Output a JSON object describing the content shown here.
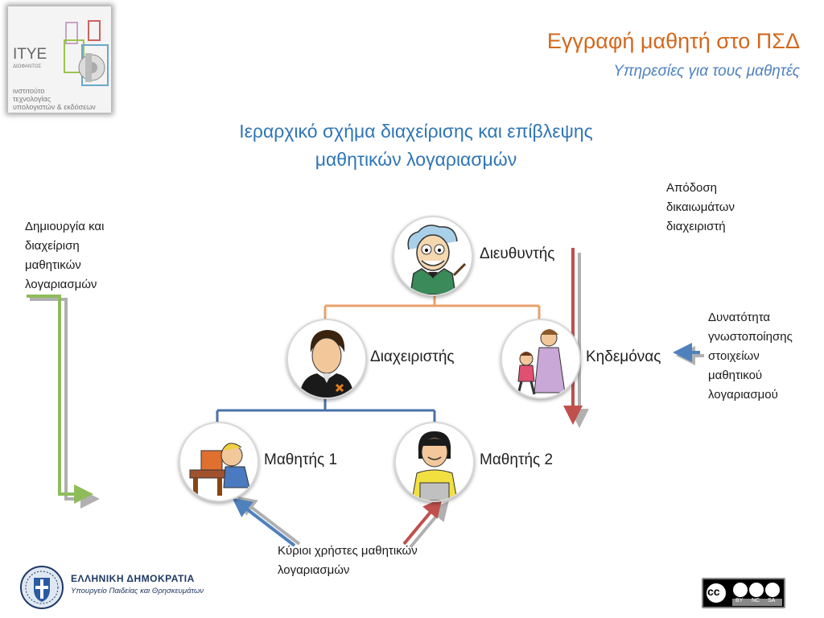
{
  "header": {
    "title": "Εγγραφή μαθητή στο ΠΣΔ",
    "subtitle": "Υπηρεσίες για τους μαθητές"
  },
  "logo": {
    "name": "ΙΤΥΕ",
    "sub": "ΔΙΟΦΑΝΤΟΣ",
    "line1": "ινστιτούτο",
    "line2": "τεχνολογίας",
    "line3": "υπολογιστών & εκδόσεων"
  },
  "diagram": {
    "title_line1": "Ιεραρχικό σχήμα διαχείρισης και επίβλεψης",
    "title_line2": "μαθητικών λογαριασμών",
    "nodes": {
      "director": "Διευθυντής",
      "admin": "Διαχειριστής",
      "guardian": "Κηδεμόνας",
      "student1": "Μαθητής 1",
      "student2": "Μαθητής 2"
    }
  },
  "notes": {
    "left": [
      "Δημιουργία και",
      "διαχείριση",
      "μαθητικών",
      "λογαριασμών"
    ],
    "top_right": [
      "Απόδοση",
      "δικαιωμάτων",
      "διαχειριστή"
    ],
    "right": [
      "Δυνατότητα",
      "γνωστοποίησης",
      "στοιχείων",
      "μαθητικού",
      "λογαριασμού"
    ],
    "bottom": [
      "Κύριοι χρήστες μαθητικών",
      "λογαριασμών"
    ]
  },
  "footer": {
    "republic": "ΕΛΛΗΝΙΚΗ ΔΗΜΟΚΡΑΤΙΑ",
    "ministry": "Υπουργείο Παιδείας και Θρησκευμάτων"
  },
  "license": {
    "cc": "cc",
    "by": "BY",
    "nc": "NC",
    "sa": "SA"
  },
  "colors": {
    "title_orange": "#d2691e",
    "subtitle_blue": "#4f81bd",
    "tree_orange": "#e8a26a",
    "tree_blue": "#4a72a8",
    "arrow_green": "#8fbc5a",
    "arrow_red": "#c0504d",
    "arrow_grey": "#b0b0b0",
    "arrow_blue": "#4f81bd"
  }
}
